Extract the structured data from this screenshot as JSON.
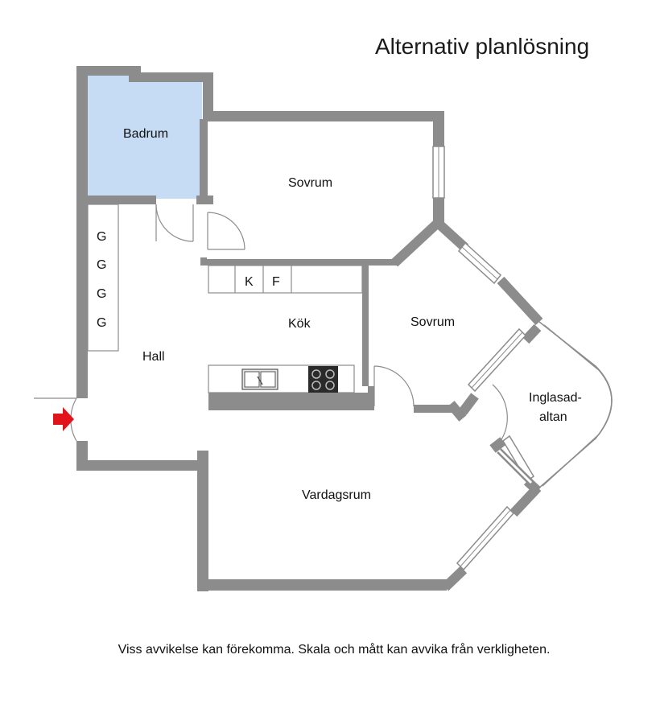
{
  "title": "Alternativ planlösning",
  "disclaimer": "Viss avvikelse kan förekomma. Skala och mått kan avvika från verkligheten.",
  "rooms": {
    "badrum": "Badrum",
    "sovrum_1": "Sovrum",
    "sovrum_2": "Sovrum",
    "kok": "Kök",
    "hall": "Hall",
    "vardagsrum": "Vardagsrum",
    "altan_line1": "Inglasad-",
    "altan_line2": "altan"
  },
  "fixtures": {
    "wardrobe_labels": [
      "G",
      "G",
      "G",
      "G"
    ],
    "kitchen_k": "K",
    "kitchen_f": "F"
  },
  "colors": {
    "wall": "#8c8c8c",
    "bathroom_fill": "#c5dcf4",
    "entrance_arrow": "#e2141b"
  },
  "icons": {
    "entrance": "entrance-arrow-icon",
    "sink": "sink-icon",
    "stove": "stove-icon"
  }
}
